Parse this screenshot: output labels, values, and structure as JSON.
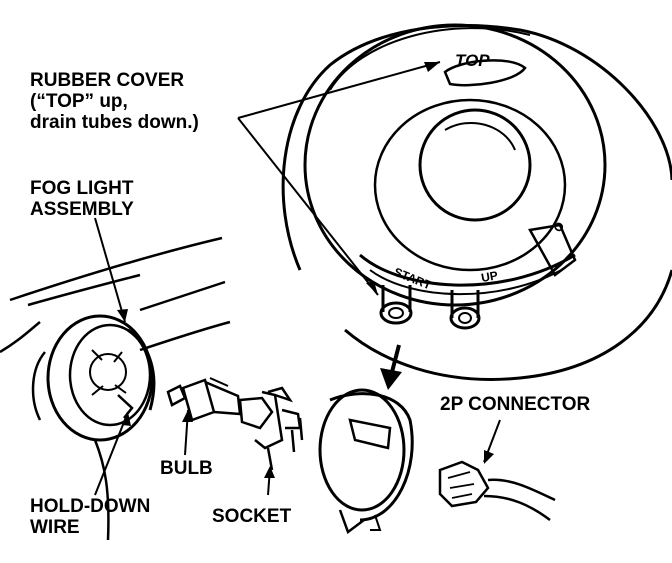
{
  "labels": {
    "rubber_cover": [
      "RUBBER COVER",
      "(“TOP” up,",
      "drain tubes down.)"
    ],
    "fog_light_assembly": [
      "FOG LIGHT",
      "ASSEMBLY"
    ],
    "bulb": "BULB",
    "hold_down_wire": [
      "HOLD-DOWN",
      "WIRE"
    ],
    "socket": "SOCKET",
    "connector": "2P CONNECTOR"
  },
  "embossed": {
    "top": "TOP",
    "start": "START",
    "up": "UP",
    "o": "O"
  },
  "colors": {
    "ink": "#000000",
    "paper": "#ffffff"
  }
}
